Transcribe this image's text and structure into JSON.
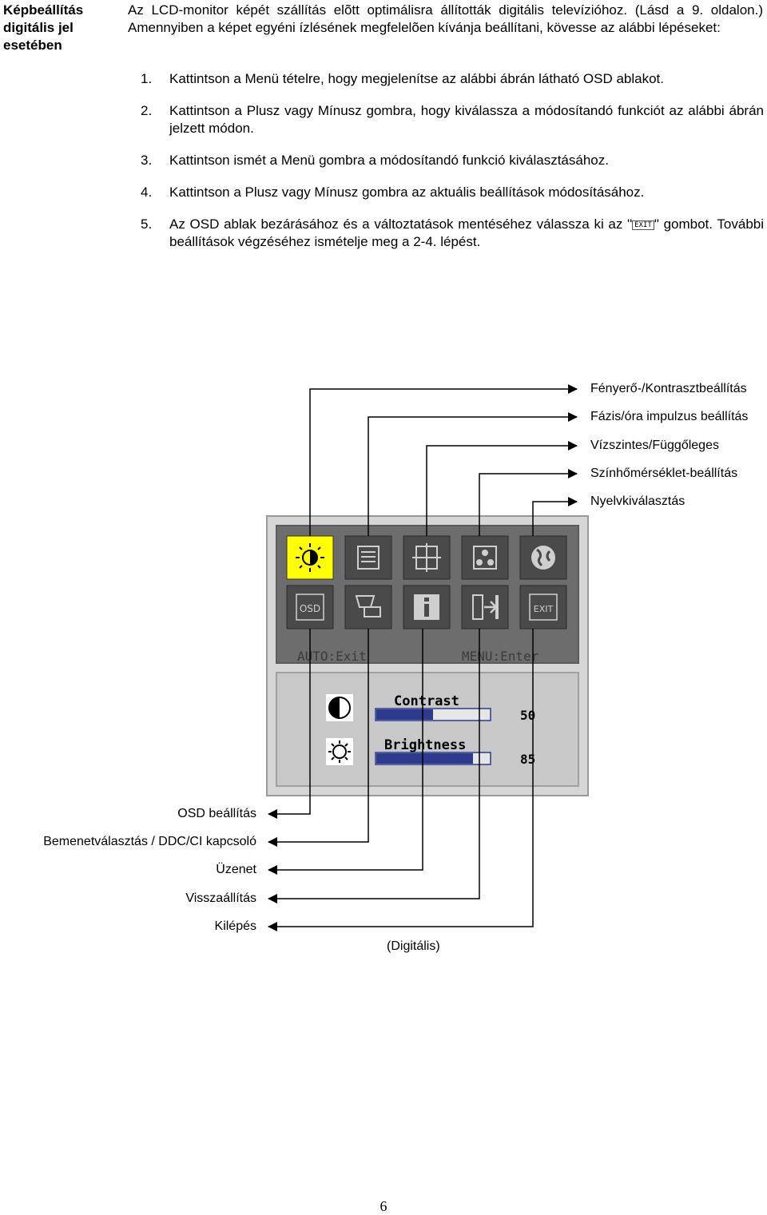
{
  "side_heading": "Képbeállítás digitális jel esetében",
  "intro": "Az LCD-monitor képét szállítás elõtt optimálisra állították digitális televízióhoz. (Lásd a 9. oldalon.) Amennyiben a képet egyéni ízlésének megfelelõen kívánja beállítani, kövesse az alábbi lépéseket:",
  "steps": [
    {
      "num": "1.",
      "text": "Kattintson a Menü tételre, hogy megjelenítse az alábbi ábrán látható OSD ablakot."
    },
    {
      "num": "2.",
      "text": "Kattintson a Plusz vagy Mínusz gombra, hogy kiválassza a módosítandó funkciót az alábbi ábrán jelzett módon."
    },
    {
      "num": "3.",
      "text": "Kattintson ismét a Menü gombra a módosítandó funkció kiválasztásához."
    },
    {
      "num": "4.",
      "text": "Kattintson a Plusz vagy Mínusz gombra az aktuális beállítások módosításához."
    },
    {
      "num": "5.",
      "text_before": "Az OSD ablak bezárásához és a változtatások mentéséhez válassza ki az \"",
      "exit_glyph": "EXIT",
      "text_after": "\" gombot. További beállítások végzéséhez ismételje meg a 2-4. lépést."
    }
  ],
  "labels_right": [
    "Fényerő-/Kontrasztbeállítás",
    "Fázis/óra impulzus beállítás",
    "Vízszintes/Függőleges",
    "Színhőmérséklet-beállítás",
    "Nyelvkiválasztás"
  ],
  "labels_left": [
    "OSD beállítás",
    "Bemenetválasztás / DDC/CI kapcsoló",
    "Üzenet",
    "Visszaállítás",
    "Kilépés"
  ],
  "osd": {
    "icons_row1": [
      "brightness-icon",
      "phase-clock-icon",
      "position-icon",
      "color-temperature-icon",
      "language-icon"
    ],
    "icons_row2": [
      "osd-settings-icon",
      "input-select-icon",
      "information-icon",
      "recall-icon",
      "exit-icon"
    ],
    "osd_icon_text": "OSD",
    "exit_icon_text": "EXIT",
    "hint_left": "AUTO:Exit",
    "hint_right": "MENU:Enter",
    "contrast_label": "Contrast",
    "contrast_value": "50",
    "contrast_level": 0.5,
    "brightness_label": "Brightness",
    "brightness_value": "85",
    "brightness_level": 0.85,
    "colors": {
      "highlight": "#ffff00",
      "bar_fill": "#2e3a8c",
      "panel_dark": "#6d6d6d",
      "panel_light": "#c8c8c8"
    }
  },
  "digital_caption": "(Digitális)",
  "page_number": "6"
}
